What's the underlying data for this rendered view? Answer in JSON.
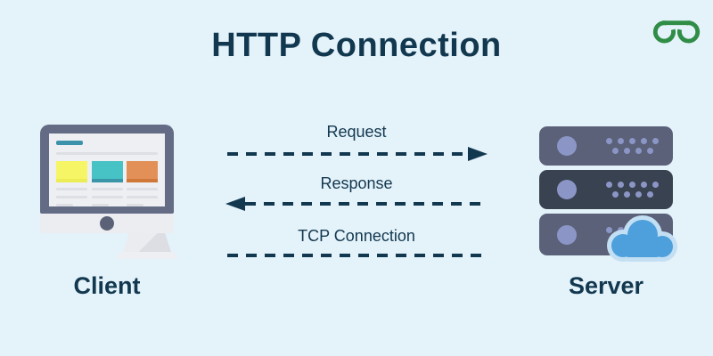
{
  "title": "HTTP Connection",
  "logo": {
    "name": "geeksforgeeks-logo",
    "color": "#2F8D46"
  },
  "palette": {
    "background": "#E4F2FA",
    "navy": "#12384F",
    "server_unit_light": "#5A6179",
    "server_unit_dark": "#394250",
    "server_accent": "#8C96C6",
    "cloud_blue": "#4DA0DC",
    "cloud_outline": "#C3DFF3",
    "monitor_frame": "#636B85",
    "card_yellow": "#F5F566",
    "card_teal": "#47C2C5",
    "card_orange": "#E29058"
  },
  "nodes": {
    "client": {
      "label": "Client",
      "icon": "desktop-monitor-icon"
    },
    "server": {
      "label": "Server",
      "icon": "server-rack-icon"
    }
  },
  "flows": [
    {
      "label": "Request",
      "direction": "right",
      "line_style": "dashed"
    },
    {
      "label": "Response",
      "direction": "left",
      "line_style": "dashed"
    },
    {
      "label": "TCP Connection",
      "direction": "none",
      "line_style": "dashed"
    }
  ]
}
